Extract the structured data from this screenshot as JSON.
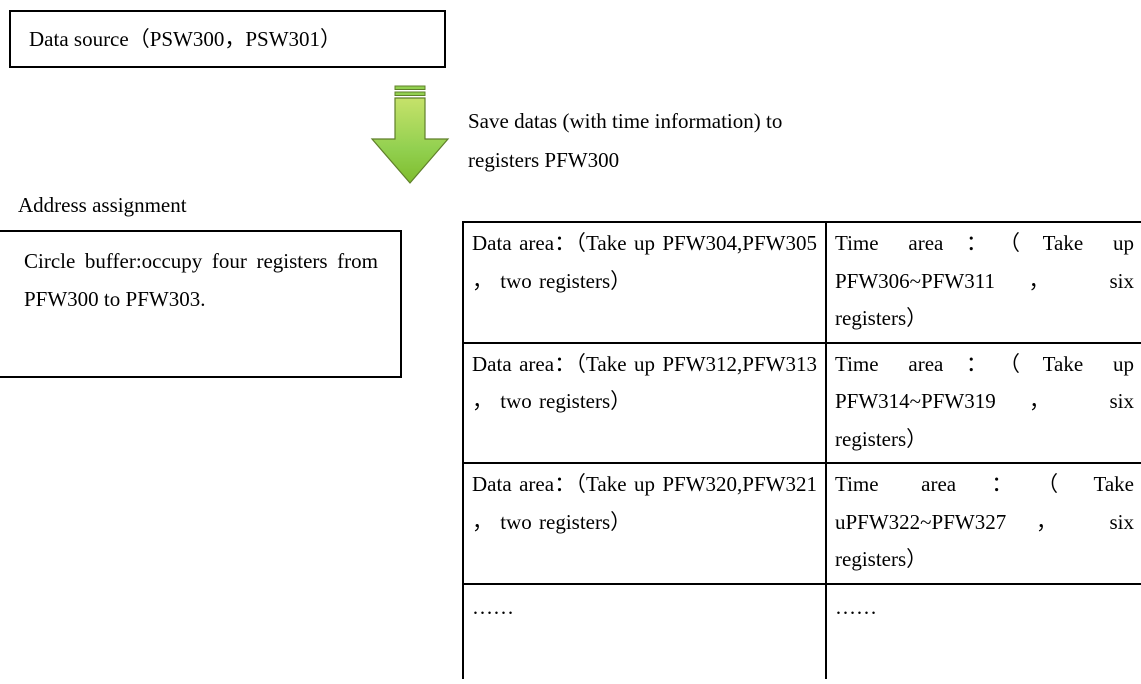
{
  "source": {
    "label": "Data source（PSW300，PSW301）"
  },
  "save": {
    "line1": "Save datas (with time information) to",
    "line2": "registers PFW300"
  },
  "address": {
    "label": "Address assignment"
  },
  "buffer": {
    "text": "Circle buffer:occupy four registers from PFW300 to PFW303."
  },
  "table": {
    "rows": [
      {
        "data": "Data area：（Take up PFW304,PFW305 ， two registers）",
        "time": "Time area：（Take up PFW306~PFW311 ， six registers）"
      },
      {
        "data": "Data area：（Take up PFW312,PFW313 ， two registers）",
        "time": "Time area：（Take up PFW314~PFW319 ， six registers）"
      },
      {
        "data": "Data area：（Take up PFW320,PFW321 ， two registers）",
        "time": "Time area：（Take uPFW322~PFW327 ， six registers）"
      },
      {
        "data": "……",
        "time": "……"
      }
    ]
  },
  "colors": {
    "arrow_fill": "#92d050",
    "arrow_stroke": "#5f7f2a",
    "border": "#000000"
  },
  "icons": {
    "arrow": "down-arrow-icon"
  }
}
